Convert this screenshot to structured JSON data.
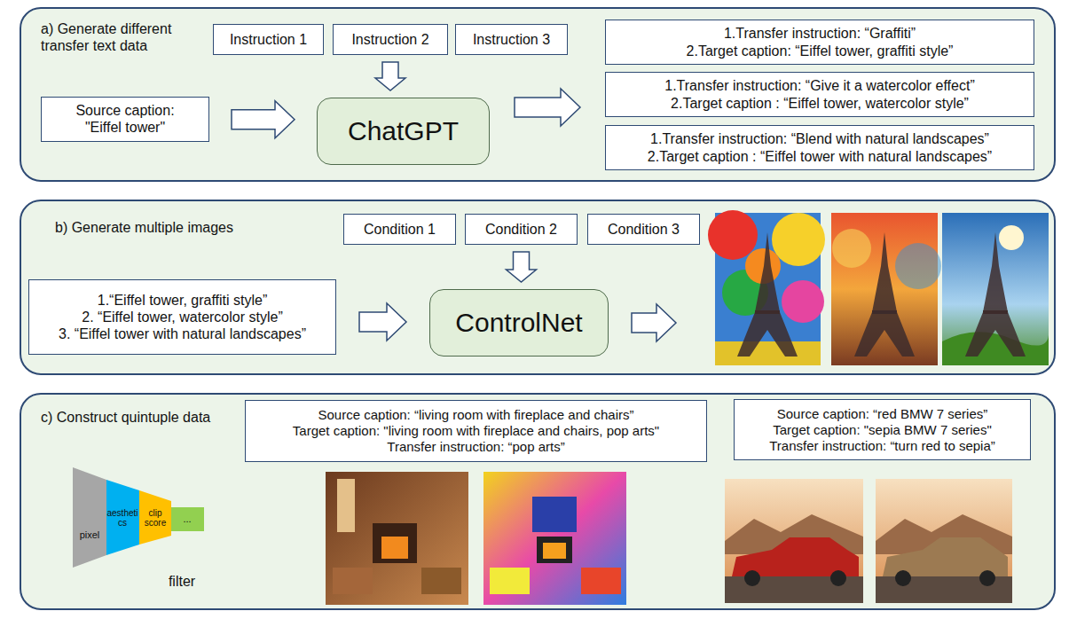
{
  "diagram": {
    "nodes": [
      {
        "text": [
          "a) Generate different transfer text data"
        ]
      },
      {
        "text": [
          "Instruction 1"
        ],
        "in": 0
      },
      {
        "text": [
          "Instruction 2"
        ],
        "in": 0
      },
      {
        "text": [
          "Instruction 3"
        ],
        "in": 0
      },
      {
        "text": [
          "Source caption:",
          "\"Eiffel tower\""
        ],
        "in": 0
      },
      {
        "text": [
          "ChatGPT"
        ],
        "in": 0
      },
      {
        "text": [
          "1.Transfer instruction: “Graffiti”",
          "2.Target caption: “Eiffel tower, graffiti style”"
        ],
        "in": 0
      },
      {
        "text": [
          "1.Transfer instruction: “Give it a watercolor effect”",
          "2.Target caption : “Eiffel tower, watercolor style”"
        ],
        "in": 0
      },
      {
        "text": [
          "1.Transfer instruction: “Blend with natural landscapes”",
          "2.Target caption : “Eiffel tower with natural landscapes”"
        ],
        "in": 0
      },
      {
        "text": [
          "b) Generate multiple images"
        ]
      },
      {
        "text": [
          "Condition 1"
        ],
        "in": 9
      },
      {
        "text": [
          "Condition 2"
        ],
        "in": 9
      },
      {
        "text": [
          "Condition 3"
        ],
        "in": 9
      },
      {
        "text": [
          "1.“Eiffel tower, graffiti style”",
          "2. “Eiffel tower, watercolor style”",
          "3. “Eiffel tower with natural landscapes”"
        ],
        "in": 9
      },
      {
        "text": [
          "ControlNet"
        ],
        "in": 9
      },
      {
        "text": [
          "c) Construct quintuple data"
        ]
      },
      {
        "text": [
          "Source caption: “living room with fireplace and chairs”",
          "Target caption: \"living room with fireplace and chairs, pop arts\"",
          "Transfer instruction: “pop arts”"
        ],
        "in": 15
      },
      {
        "text": [
          "Source caption: “red BMW 7 series”",
          "Target caption: \"sepia BMW 7 series\"",
          "Transfer instruction: “turn red to sepia”"
        ],
        "in": 15
      }
    ],
    "edges": [
      {
        "from": 4,
        "to": 5,
        "arrow": "to"
      },
      {
        "from": 2,
        "to": 5,
        "arrow": "to"
      },
      {
        "from": 5,
        "to": 7,
        "arrow": "to"
      },
      {
        "from": 13,
        "to": 14,
        "arrow": "to"
      },
      {
        "from": 11,
        "to": 14,
        "arrow": "to"
      }
    ],
    "labels": [
      "pixel",
      "aesthetics",
      "clip score",
      "...",
      "filter"
    ]
  }
}
